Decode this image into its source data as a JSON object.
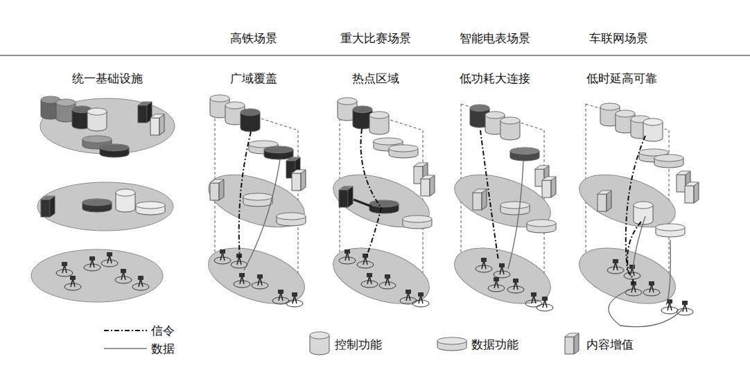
{
  "diagram": {
    "labels": [
      "高铁场景",
      "重大比赛场景",
      "智能电表场景",
      "车联网场景",
      "统一基础设施",
      "广域覆盖",
      "热点区域",
      "低功耗大连接",
      "低时延高可靠"
    ],
    "legend": [
      {
        "text": "信令"
      },
      {
        "text": "数据"
      },
      {
        "text": "控制功能"
      },
      {
        "text": "数据功能"
      },
      {
        "text": "内容增值"
      }
    ]
  }
}
